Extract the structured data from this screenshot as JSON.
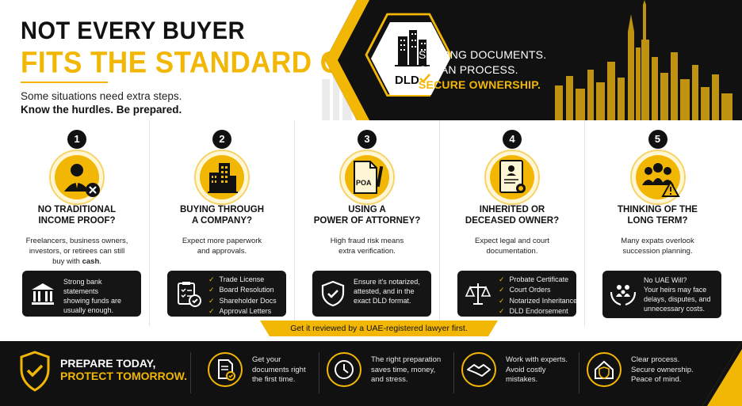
{
  "header": {
    "title_line1": "NOT EVERY BUYER",
    "title_line2": "FITS THE STANDARD CASE",
    "subtitle_line1": "Some situations need extra steps.",
    "subtitle_line2": "Know the hurdles. Be prepared.",
    "badge_text": "DLD",
    "tagline_line1": "STRONG DOCUMENTS.",
    "tagline_line2": "CLEAN PROCESS.",
    "tagline_line3": "SECURE OWNERSHIP."
  },
  "colors": {
    "accent": "#f2b705",
    "dark": "#111111",
    "white": "#ffffff"
  },
  "cards": [
    {
      "number": "1",
      "icon": "business-person-icon",
      "title_line1": "NO TRADITIONAL",
      "title_line2": "INCOME PROOF?",
      "desc_line1": "Freelancers, business owners,",
      "desc_line2": "investors, or retirees can still",
      "desc_line3_pre": "buy with ",
      "desc_line3_bold": "cash",
      "desc_line3_post": ".",
      "box_icon": "bank-icon",
      "box_line1": "Strong bank statements",
      "box_line2": "showing funds are",
      "box_line3": "usually enough."
    },
    {
      "number": "2",
      "icon": "office-building-icon",
      "title_line1": "BUYING THROUGH",
      "title_line2": "A COMPANY?",
      "desc_line1": "Expect more paperwork",
      "desc_line2": "and approvals.",
      "box_icon": "clipboard-check-icon",
      "box_items": [
        "Trade License",
        "Board Resolution",
        "Shareholder Docs",
        "Approval Letters"
      ]
    },
    {
      "number": "3",
      "icon": "poa-document-icon",
      "icon_label": "POA",
      "title_line1": "USING A",
      "title_line2": "POWER OF ATTORNEY?",
      "desc_line1": "High fraud risk means",
      "desc_line2": "extra verification.",
      "box_icon": "shield-check-icon",
      "box_line1": "Ensure it's notarized,",
      "box_line2": "attested, and in the",
      "box_line3": "exact DLD format."
    },
    {
      "number": "4",
      "icon": "certificate-document-icon",
      "title_line1": "INHERITED OR",
      "title_line2": "DECEASED OWNER?",
      "desc_line1": "Expect legal and court",
      "desc_line2": "documentation.",
      "box_icon": "scales-icon",
      "box_items": [
        "Probate Certificate",
        "Court Orders",
        "Notarized Inheritance",
        "DLD Endorsement"
      ]
    },
    {
      "number": "5",
      "icon": "family-warning-icon",
      "title_line1": "THINKING OF THE",
      "title_line2": "LONG TERM?",
      "desc_line1": "Many expats overlook",
      "desc_line2": "succession planning.",
      "box_icon": "family-hands-icon",
      "box_line1": "No UAE Will?",
      "box_line2": "Your heirs may face",
      "box_line3": "delays, disputes, and",
      "box_line4": "unnecessary costs."
    }
  ],
  "ribbon": "Get it reviewed by a UAE-registered lawyer first.",
  "footer": {
    "heading_line1": "PREPARE TODAY,",
    "heading_line2": "PROTECT TOMORROW.",
    "items": [
      {
        "icon": "document-check-icon",
        "line1": "Get your",
        "line2": "documents right",
        "line3": "the first time."
      },
      {
        "icon": "clock-icon",
        "line1": "The right preparation",
        "line2": "saves time, money,",
        "line3": "and stress."
      },
      {
        "icon": "handshake-icon",
        "line1": "Work with experts.",
        "line2": "Avoid costly",
        "line3": "mistakes."
      },
      {
        "icon": "house-shield-icon",
        "line1": "Clear process.",
        "line2": "Secure ownership.",
        "line3": "Peace of mind."
      }
    ]
  }
}
